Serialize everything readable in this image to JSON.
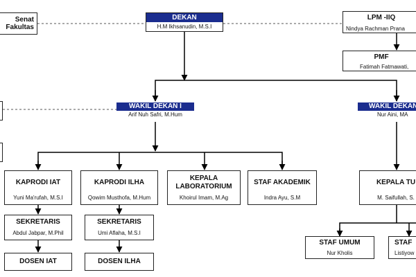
{
  "senat": {
    "line1": "Senat",
    "line2": "Fakultas"
  },
  "dekan": {
    "title": "DEKAN",
    "name": "H.M Ikhsanudin, M.S.I"
  },
  "lpm": {
    "title": "LPM -IIQ",
    "name": "Nindya Rachman Prana"
  },
  "pmf": {
    "title": "PMF",
    "name": "Fatimah Fatmawati,"
  },
  "wakil1": {
    "title": "WAKIL DEKAN I",
    "name": "Arif Nuh Safri, M.Hum"
  },
  "wakil2": {
    "title": "WAKIL DEKAN",
    "name": "Nur Aini, MA"
  },
  "kaprodi_iat": {
    "title": "KAPRODI IAT",
    "name": "Yuni Ma'rufah, M.S.I"
  },
  "kaprodi_ilha": {
    "title": "KAPRODI ILHA",
    "name": "Qowim Musthofa, M.Hum"
  },
  "kepala_lab": {
    "title_line1": "KEPALA",
    "title_line2": "LABORATORIUM",
    "name": "Khoirul Imam, M.Ag"
  },
  "staf_akademik": {
    "title": "STAF AKADEMIK",
    "name": "Indra Ayu, S.M"
  },
  "kepala_tu": {
    "title": "KEPALA TU",
    "name": "M. Saifullah, S."
  },
  "sekretaris_iat": {
    "title": "SEKRETARIS",
    "name": "Abdul Jabpar, M.Phil"
  },
  "sekretaris_ilha": {
    "title": "SEKRETARIS",
    "name": "Umi Aflaha, M.S.I"
  },
  "dosen_iat": {
    "title": "DOSEN IAT"
  },
  "dosen_ilha": {
    "title": "DOSEN ILHA"
  },
  "staf_umum": {
    "title": "STAF UMUM",
    "name": "Nur Kholis"
  },
  "staf_right": {
    "title": "STAF",
    "name": "Listiyow"
  },
  "colors": {
    "header_fill": "#1b2d8f",
    "line": "#000000",
    "dashed": "#555555"
  }
}
